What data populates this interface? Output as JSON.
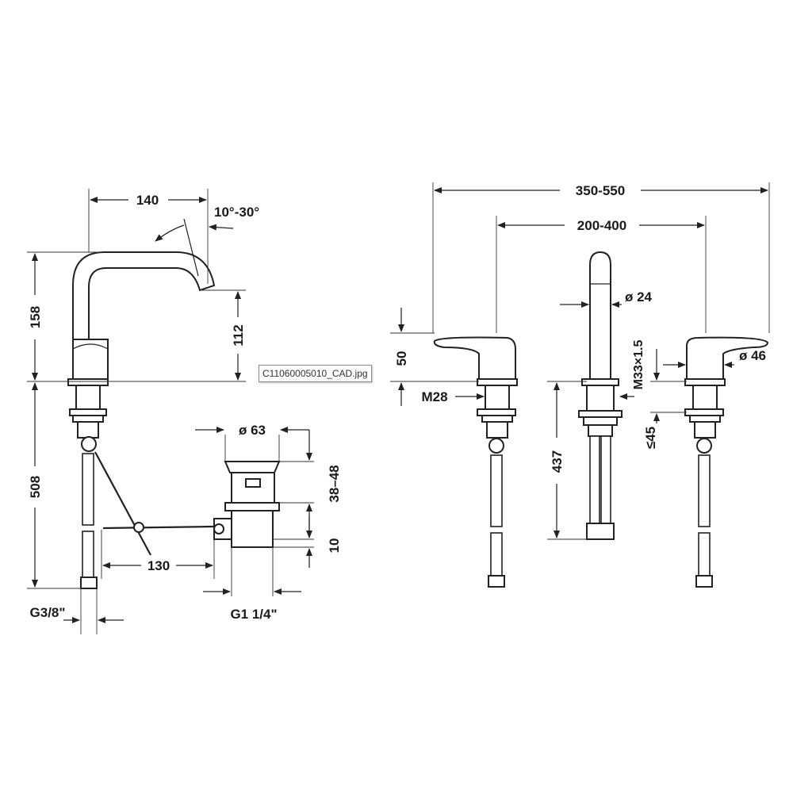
{
  "image_tooltip": "C11060005010_CAD.jpg",
  "single_tap": {
    "spout_reach": "140",
    "swivel_angle": "10°-30°",
    "total_height": "158",
    "spout_height": "112",
    "below_deck_length": "508",
    "hose_thread": "G3/8\"",
    "waste_rod_length": "130",
    "waste_diameter": "ø 63",
    "waste_clamp_range": "38–48",
    "waste_offset": "10",
    "waste_thread": "G1 1/4\""
  },
  "three_hole": {
    "overall_width": "350-550",
    "handle_spacing": "200-400",
    "spout_diameter": "ø 24",
    "handle_height": "50",
    "handle_thread": "M28",
    "spout_thread": "M33×1.5",
    "handle_diameter": "ø 46",
    "clamp_max": "≤45",
    "hose_length": "437"
  }
}
